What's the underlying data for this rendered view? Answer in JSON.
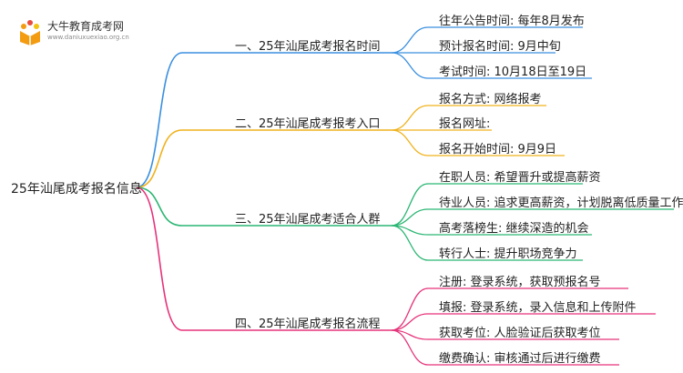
{
  "logo": {
    "title": "大牛教育成考网",
    "url": "www.daniuxuexiao.org.cn"
  },
  "root": "25年汕尾成考报名信息",
  "colors": {
    "branch1": "#3a8fe0",
    "branch2": "#f0b21c",
    "branch3": "#2bb673",
    "branch4": "#e6337a"
  },
  "branches": [
    {
      "label": "一、25年汕尾成考报名时间",
      "leaves": [
        "往年公告时间: 每年8月发布",
        "预计报名时间: 9月中旬",
        "考试时间: 10月18日至19日"
      ]
    },
    {
      "label": "二、25年汕尾成考报考入口",
      "leaves": [
        "报名方式: 网络报考",
        "报名网址:",
        "报名开始时间: 9月9日"
      ]
    },
    {
      "label": "三、25年汕尾成考适合人群",
      "leaves": [
        "在职人员: 希望晋升或提高薪资",
        "待业人员: 追求更高薪资，计划脱离低质量工作",
        "高考落榜生: 继续深造的机会",
        "转行人士: 提升职场竞争力"
      ]
    },
    {
      "label": "四、25年汕尾成考报名流程",
      "leaves": [
        "注册: 登录系统，获取预报名号",
        "填报: 登录系统，录入信息和上传附件",
        "获取考位: 人脸验证后获取考位",
        "缴费确认: 审核通过后进行缴费"
      ]
    }
  ]
}
